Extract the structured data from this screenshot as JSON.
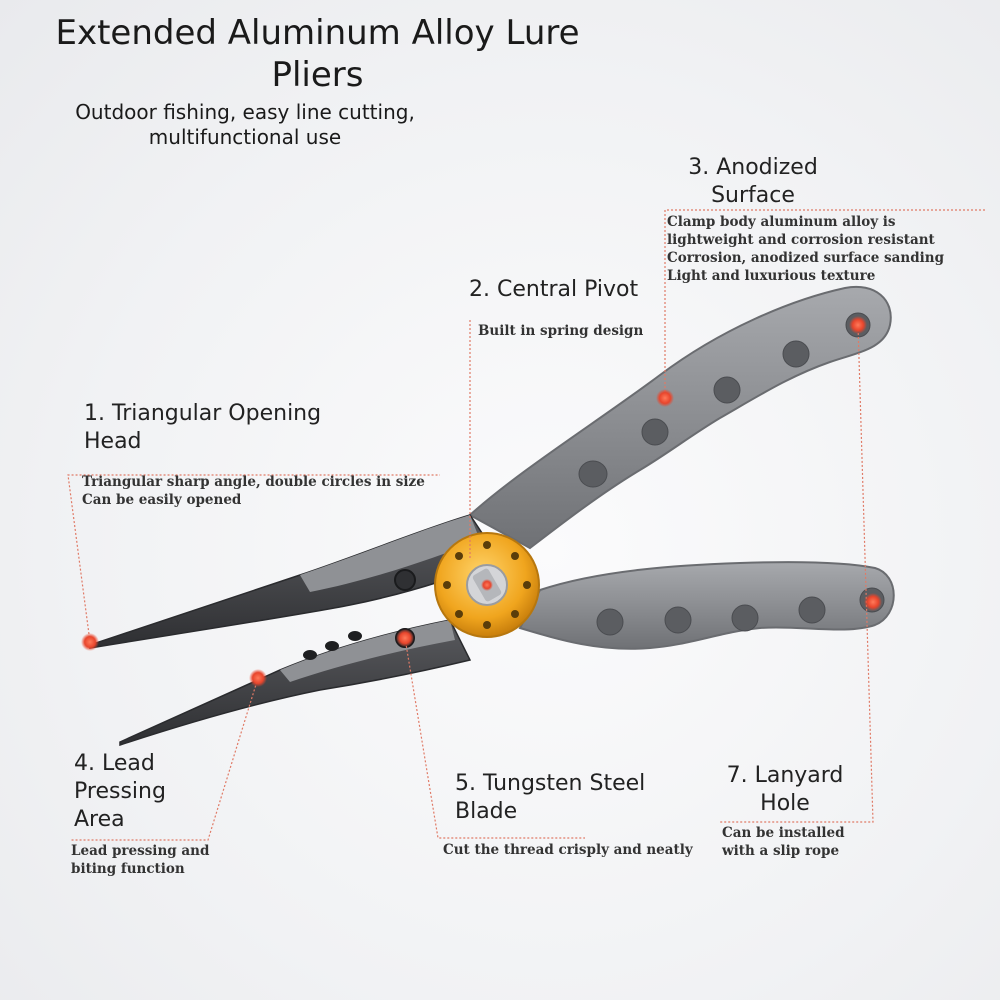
{
  "header": {
    "title": "Extended Aluminum Alloy Lure Pliers",
    "subtitle": "Outdoor fishing, easy line cutting, multifunctional use"
  },
  "callouts": [
    {
      "label": "1. Triangular Opening Head",
      "desc_lines": [
        "Triangular sharp angle, double circles in size",
        "Can be easily opened"
      ]
    },
    {
      "label": "2. Central Pivot",
      "desc_lines": [
        "Built in spring design"
      ]
    },
    {
      "label": "3. Anodized Surface",
      "desc_lines": [
        "Clamp body aluminum alloy is",
        "lightweight and corrosion resistant",
        "Corrosion, anodized surface sanding",
        "Light and luxurious texture"
      ]
    },
    {
      "label": "4. Lead Pressing Area",
      "desc_lines": [
        "Lead pressing and",
        "biting function"
      ]
    },
    {
      "label": "5. Tungsten Steel Blade",
      "desc_lines": [
        "Cut the thread crisply and neatly"
      ]
    },
    {
      "label": "7. Lanyard Hole",
      "desc_lines": [
        "Can be installed",
        "with a slip rope"
      ]
    }
  ],
  "colors": {
    "body_gray": "#8c8e92",
    "jaw_dark": "#3c3d40",
    "pivot_gold": "#f0a51e",
    "marker_red": "#e8452c",
    "leader_line": "#e07a66"
  }
}
